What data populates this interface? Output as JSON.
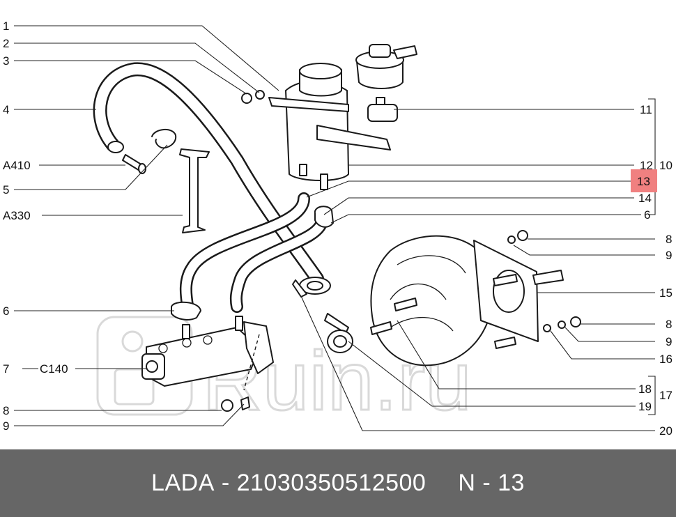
{
  "colors": {
    "footer_bg": "#666666",
    "footer_text": "#ffffff",
    "highlight": "#f08080",
    "watermark": "#d9d9d9"
  },
  "diagram": {
    "watermark": "Ruin.ru",
    "labels_left": [
      "1",
      "2",
      "3",
      "4",
      "A410",
      "5",
      "A330",
      "6",
      "7",
      "C140",
      "8",
      "9"
    ],
    "labels_right": [
      "11",
      "12",
      "13",
      "14",
      "6",
      "8",
      "9",
      "15",
      "8",
      "9",
      "16",
      "18",
      "19",
      "20"
    ],
    "group_labels": [
      "10",
      "17"
    ],
    "highlighted_label": "13"
  },
  "footer": {
    "brand": "LADA",
    "separator": "-",
    "part_number": "21030350512500",
    "ref": "N - 13"
  }
}
